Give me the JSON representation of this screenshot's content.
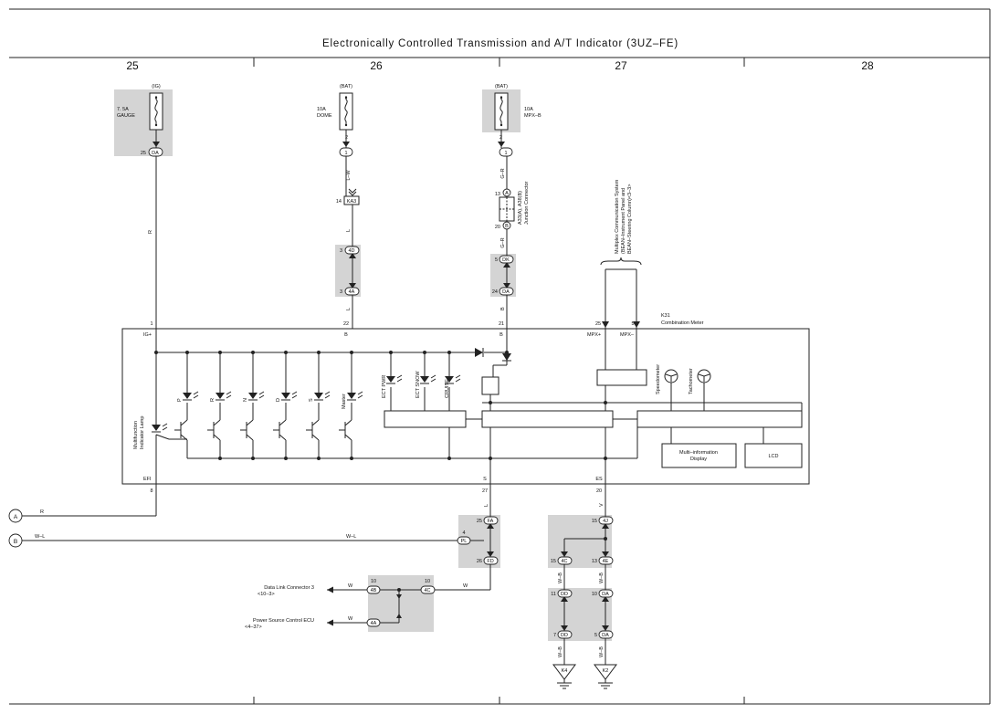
{
  "title": "Electronically Controlled Transmission and A/T Indicator (3UZ–FE)",
  "columns": [
    "25",
    "26",
    "27",
    "28"
  ],
  "fuses": {
    "gauge": {
      "source": "(IG)",
      "label1": "7. 5A",
      "label2": "GAUGE"
    },
    "dome": {
      "source": "(BAT)",
      "label1": "10A",
      "label2": "DOME"
    },
    "mpxb": {
      "source": "(BAT)",
      "label1": "10A",
      "label2": "MPX–B"
    }
  },
  "connectors": {
    "da_top": "DA",
    "c1a": "1",
    "c1b": "1",
    "ka3": "KA3",
    "c4d": "4D",
    "c4a_top": "4A",
    "ca": "A",
    "cb": "B",
    "dk": "DK",
    "da_mid": "DA",
    "fa": "FA",
    "pl": "PL",
    "fd": "FD",
    "c4b": "4B",
    "c4c": "4C",
    "c4a_bot": "4A",
    "c4j": "4J",
    "c4c2": "4C",
    "c4e": "4E",
    "dd1": "DD",
    "da2": "DA",
    "dd2": "DD",
    "da3": "DA",
    "k4": "K4",
    "k2": "K2"
  },
  "pins": {
    "p25": "25",
    "p2a": "2",
    "p14": "14",
    "p3a": "3",
    "p3b": "3",
    "p2b": "2",
    "p13": "13",
    "p20": "20",
    "p5": "5",
    "p24": "24",
    "p1": "1",
    "p22": "22",
    "p21": "21",
    "p25m": "25",
    "p5m": "5",
    "p8": "8",
    "p27": "27",
    "p20b": "20",
    "p25b": "25",
    "p4": "4",
    "p26": "26",
    "p10a": "10",
    "p10b": "10",
    "p15a": "15",
    "p15b": "15",
    "p13b": "13",
    "p11": "11",
    "p10c": "10",
    "p7": "7",
    "p5b": "5"
  },
  "wires": {
    "r1": "R",
    "lw": "L–W",
    "l1": "L",
    "l2": "L",
    "gr1": "G–R",
    "gr2": "G–R",
    "b1": "B",
    "r2": "R",
    "wl1": "W–L",
    "wl2": "W–L",
    "l3": "L",
    "w1": "W",
    "w2": "W",
    "w3": "W",
    "v1": "V",
    "wb1": "W–B",
    "wb2": "W–B",
    "wb3": "W–B",
    "wb4": "W–B"
  },
  "terminals": {
    "ig": "IG+",
    "b_left": "B",
    "b_right": "B",
    "mpxp": "MPX+",
    "mpxm": "MPX–",
    "efi": "EFI",
    "s": "S",
    "es": "ES"
  },
  "meter": {
    "id": "K31",
    "name": "Combination Meter"
  },
  "junction": {
    "line1": "A33(A), A38(B)",
    "line2": "Junction Connector"
  },
  "mcs": {
    "line1": "Multiplex Communication System",
    "line2": "(BEAN–Instrument Panel and",
    "line3": "BEAN–Steering Column)<3–3>"
  },
  "indicators": {
    "p": "P",
    "r": "R",
    "n": "N",
    "d": "D",
    "s": "S",
    "master": "Master",
    "ect_pwr": "ECT PWR",
    "ect_snow": "ECT SNOW",
    "cruise": "CRUISE",
    "multi_lamp_1": "Multifunction",
    "multi_lamp_2": "Indicator Lamp",
    "speedometer": "Speedometer",
    "tachometer": "Tachometer"
  },
  "displays": {
    "mid_1": "Multi–information",
    "mid_2": "Display",
    "lcd": "LCD"
  },
  "outputs": {
    "dlc": "Data Link Connector 3",
    "dlc_ref": "<10–3>",
    "ecu": "Power Source Control ECU",
    "ecu_ref": "<4–37>"
  },
  "offpage": {
    "a": "A",
    "b": "B"
  }
}
